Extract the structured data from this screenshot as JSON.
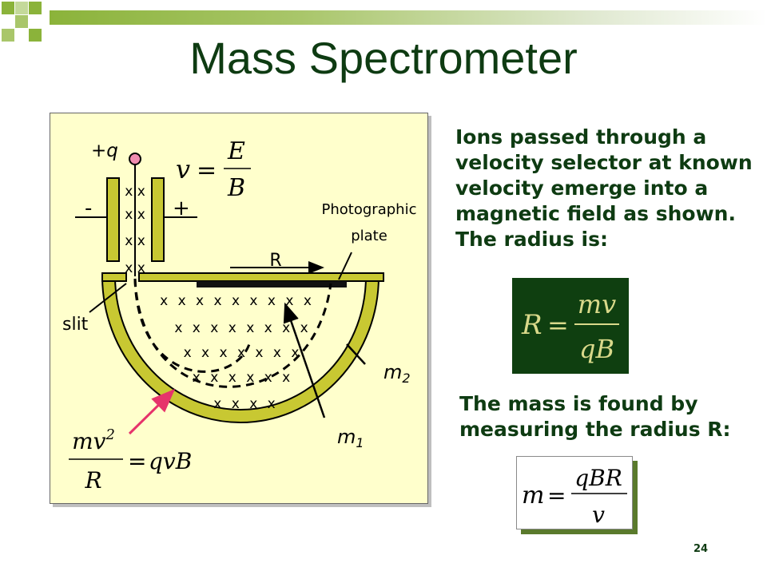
{
  "title": "Mass Spectrometer",
  "text1": "Ions passed through a velocity selector at known velocity emerge into a magnetic field as shown. The radius is:",
  "text2": "The mass is found by measuring the radius R:",
  "page_number": "24",
  "diagram": {
    "charge_label": "+q",
    "minus_label": "-",
    "plus_label": "+",
    "plate_label_line1": "Photographic",
    "plate_label_line2": "plate",
    "radius_label": "R",
    "slit_label": "slit",
    "m1_label": "m",
    "m1_sub": "1",
    "m2_label": "m",
    "m2_sub": "2",
    "field_symbol": "x",
    "selector_rows": [
      "x x",
      "x x",
      "x x",
      "x x"
    ],
    "field_rows": [
      "x x x x x x x x x",
      "x x x x x x x x",
      "x x x x x x x",
      "x x x x x x",
      "x x x x"
    ]
  },
  "equations": {
    "velocity": {
      "lhs": "v",
      "eq": "=",
      "num": "E",
      "den": "B"
    },
    "force": {
      "lhs_num": "mv",
      "lhs_sup": "2",
      "lhs_den": "R",
      "eq": "=",
      "rhs": "qvB"
    },
    "radius": {
      "lhs": "R",
      "eq": "=",
      "num": "mv",
      "den": "qB"
    },
    "mass": {
      "lhs": "m",
      "eq": "=",
      "num": "qBR",
      "den": "v"
    }
  },
  "colors": {
    "title": "#0e3b12",
    "panel": "#ffffcc",
    "olive": "#c8c832",
    "dark_green_box": "#0f3f10",
    "pink": "#e6336b",
    "deco_green": "#8bb33a"
  }
}
